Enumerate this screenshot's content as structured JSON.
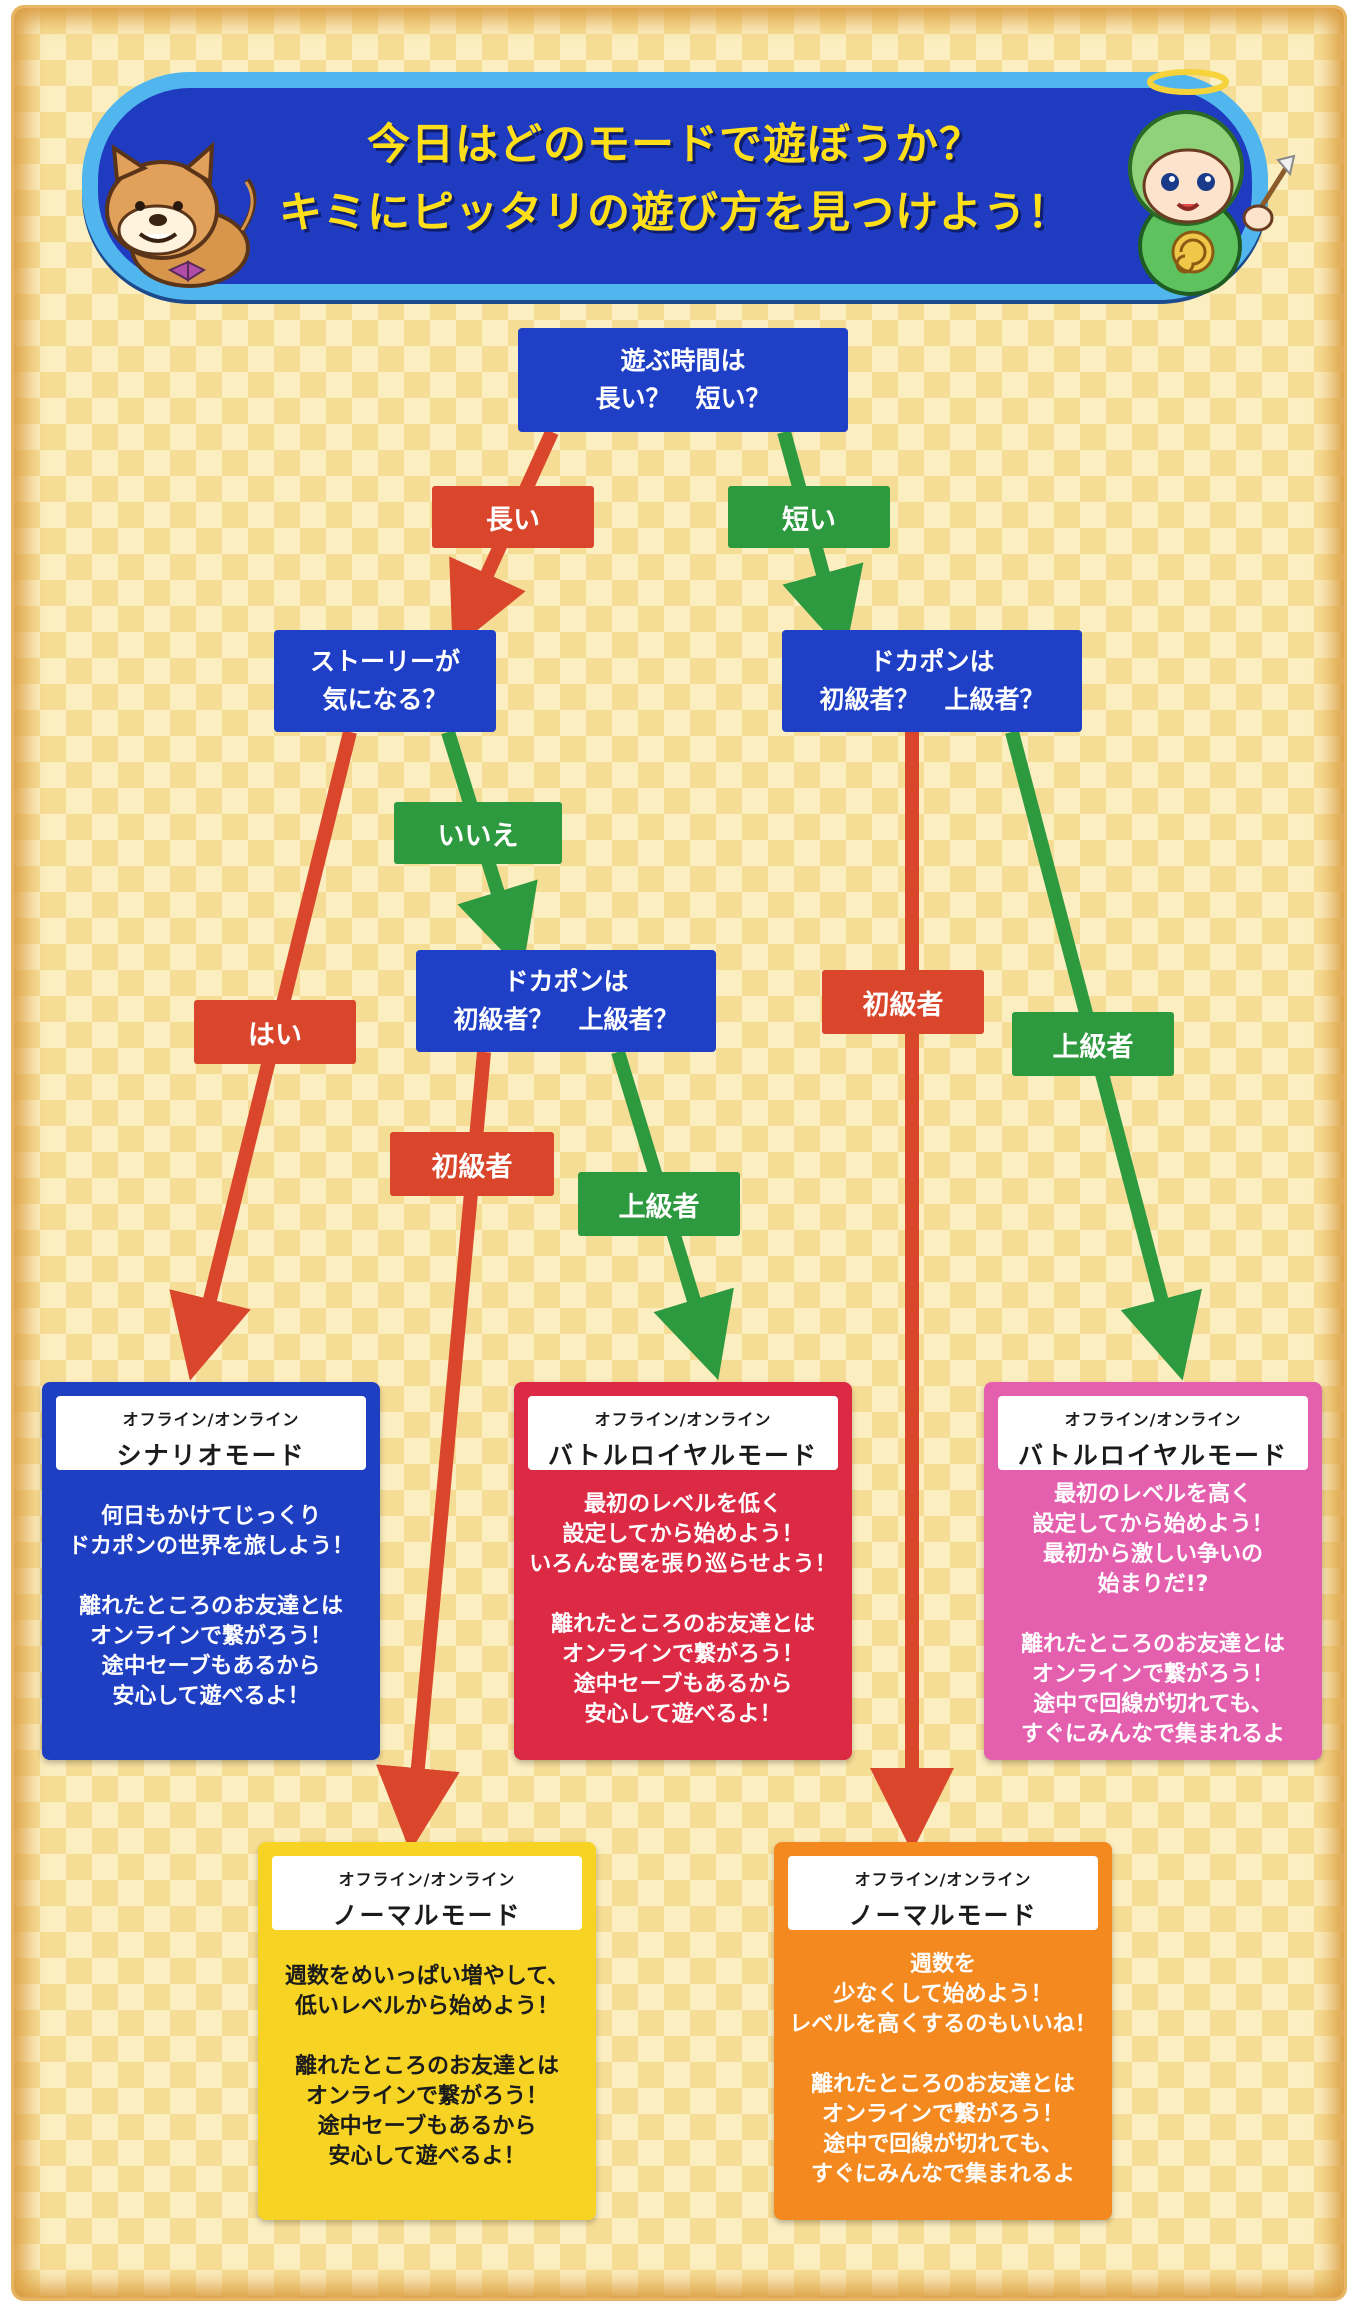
{
  "header": {
    "line1": "今日はどのモードで遊ぼうか？",
    "line2": "キミにピッタリの遊び方を見つけよう！"
  },
  "questions": {
    "q_time": [
      "遊ぶ時間は",
      "長い？　短い？"
    ],
    "q_story": [
      "ストーリーが",
      "気になる？"
    ],
    "q_skill_short": [
      "ドカポンは",
      "初級者？　上級者？"
    ],
    "q_skill_story": [
      "ドカポンは",
      "初級者？　上級者？"
    ]
  },
  "labels": {
    "long": "長い",
    "short": "短い",
    "no": "いいえ",
    "yes": "はい",
    "beginner_1": "初級者",
    "advanced_1": "上級者",
    "beginner_2": "初級者",
    "advanced_2": "上級者"
  },
  "cards": {
    "scenario": {
      "sub": "オフライン/オンライン",
      "title": "シナリオモード",
      "text": "何日もかけてじっくり\nドカポンの世界を旅しよう！\n\n離れたところのお友達とは\nオンラインで繋がろう！\n途中セーブもあるから\n安心して遊べるよ！",
      "color": "#1f3fc3"
    },
    "battle_red": {
      "sub": "オフライン/オンライン",
      "title": "バトルロイヤルモード",
      "text": "最初のレベルを低く\n設定してから始めよう！\nいろんな罠を張り巡らせよう！\n\n離れたところのお友達とは\nオンラインで繋がろう！\n途中セーブもあるから\n安心して遊べるよ！",
      "color": "#dc2a45"
    },
    "battle_pink": {
      "sub": "オフライン/オンライン",
      "title": "バトルロイヤルモード",
      "text": "最初のレベルを高く\n設定してから始めよう！\n最初から激しい争いの\n始まりだ!?\n\n離れたところのお友達とは\nオンラインで繋がろう！\n途中で回線が切れても、\nすぐにみんなで集まれるよ",
      "color": "#e45fae"
    },
    "normal_yellow": {
      "sub": "オフライン/オンライン",
      "title": "ノーマルモード",
      "text": "週数をめいっぱい増やして、\n低いレベルから始めよう！\n\n離れたところのお友達とは\nオンラインで繋がろう！\n途中セーブもあるから\n安心して遊べるよ！",
      "color": "#f7d424"
    },
    "normal_orange": {
      "sub": "オフライン/オンライン",
      "title": "ノーマルモード",
      "text": "週数を\n少なくして始めよう！\nレベルを高くするのもいいね！\n\n離れたところのお友達とは\nオンラインで繋がろう！\n途中で回線が切れても、\nすぐにみんなで集まれるよ",
      "color": "#f48a1f"
    }
  },
  "colors": {
    "question_blue": "#1e3fc6",
    "branch_red": "#d9462b",
    "branch_green": "#2e9a40",
    "header_title": "#ffde1a",
    "header_border": "#52b6ee"
  },
  "characters": [
    "dog-mascot",
    "angel-mascot"
  ]
}
